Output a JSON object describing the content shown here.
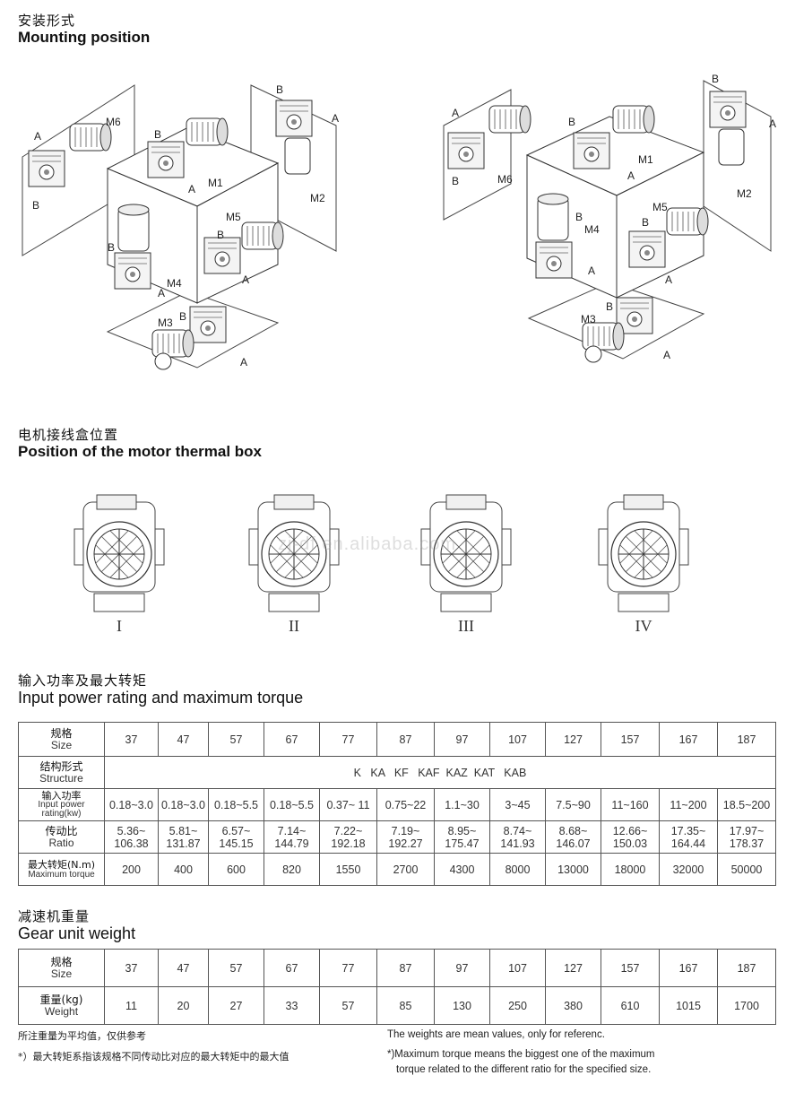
{
  "mounting": {
    "title_cn": "安装形式",
    "title_en": "Mounting position",
    "labels": {
      "A": "A",
      "B": "B",
      "M1": "M1",
      "M2": "M2",
      "M3": "M3",
      "M4": "M4",
      "M5": "M5",
      "M6": "M6"
    }
  },
  "thermal": {
    "title_cn": "电机接线盒位置",
    "title_en": "Position of the motor thermal box",
    "positions": [
      "I",
      "II",
      "III",
      "IV"
    ],
    "watermark": "zj-df.en.alibaba.com"
  },
  "power": {
    "title_cn": "输入功率及最大转矩",
    "title_en": "Input power rating and maximum torque",
    "rows": {
      "size": {
        "cn": "规格",
        "en": "Size"
      },
      "structure": {
        "cn": "结构形式",
        "en": "Structure",
        "value": "K   KA   KF   KAF  KAZ  KAT   KAB"
      },
      "power": {
        "cn": "输入功率",
        "en1": "Input power",
        "en2": "rating(kw)"
      },
      "ratio": {
        "cn": "传动比",
        "en": "Ratio"
      },
      "torque": {
        "cn": "最大转矩(N.m)",
        "en": "Maximum torque"
      }
    },
    "sizes": [
      "37",
      "47",
      "57",
      "67",
      "77",
      "87",
      "97",
      "107",
      "127",
      "157",
      "167",
      "187"
    ],
    "power_values": [
      "0.18~3.0",
      "0.18~3.0",
      "0.18~5.5",
      "0.18~5.5",
      "0.37~ 11",
      "0.75~22",
      "1.1~30",
      "3~45",
      "7.5~90",
      "11~160",
      "11~200",
      "18.5~200"
    ],
    "ratio_values": [
      [
        "5.36~",
        "106.38"
      ],
      [
        "5.81~",
        "131.87"
      ],
      [
        "6.57~",
        "145.15"
      ],
      [
        "7.14~",
        "144.79"
      ],
      [
        "7.22~",
        "192.18"
      ],
      [
        "7.19~",
        "192.27"
      ],
      [
        "8.95~",
        "175.47"
      ],
      [
        "8.74~",
        "141.93"
      ],
      [
        "8.68~",
        "146.07"
      ],
      [
        "12.66~",
        "150.03"
      ],
      [
        "17.35~",
        "164.44"
      ],
      [
        "17.97~",
        "178.37"
      ]
    ],
    "torque_values": [
      "200",
      "400",
      "600",
      "820",
      "1550",
      "2700",
      "4300",
      "8000",
      "13000",
      "18000",
      "32000",
      "50000"
    ]
  },
  "weight": {
    "title_cn": "减速机重量",
    "title_en": "Gear unit weight",
    "rows": {
      "size": {
        "cn": "规格",
        "en": "Size"
      },
      "weight": {
        "cn": "重量(kg)",
        "en": "Weight"
      }
    },
    "sizes": [
      "37",
      "47",
      "57",
      "67",
      "77",
      "87",
      "97",
      "107",
      "127",
      "157",
      "167",
      "187"
    ],
    "weight_values": [
      "11",
      "20",
      "27",
      "33",
      "57",
      "85",
      "130",
      "250",
      "380",
      "610",
      "1015",
      "1700"
    ]
  },
  "notes": {
    "cn1": "所注重量为平均值，仅供参考",
    "cn2": "*）最大转矩系指该规格不同传动比对应的最大转矩中的最大值",
    "en1": "The weights are mean values, only for referenc.",
    "en2": "*)Maximum torque means the biggest one of the maximum",
    "en3": "torque related to the different ratio for the specified size."
  }
}
